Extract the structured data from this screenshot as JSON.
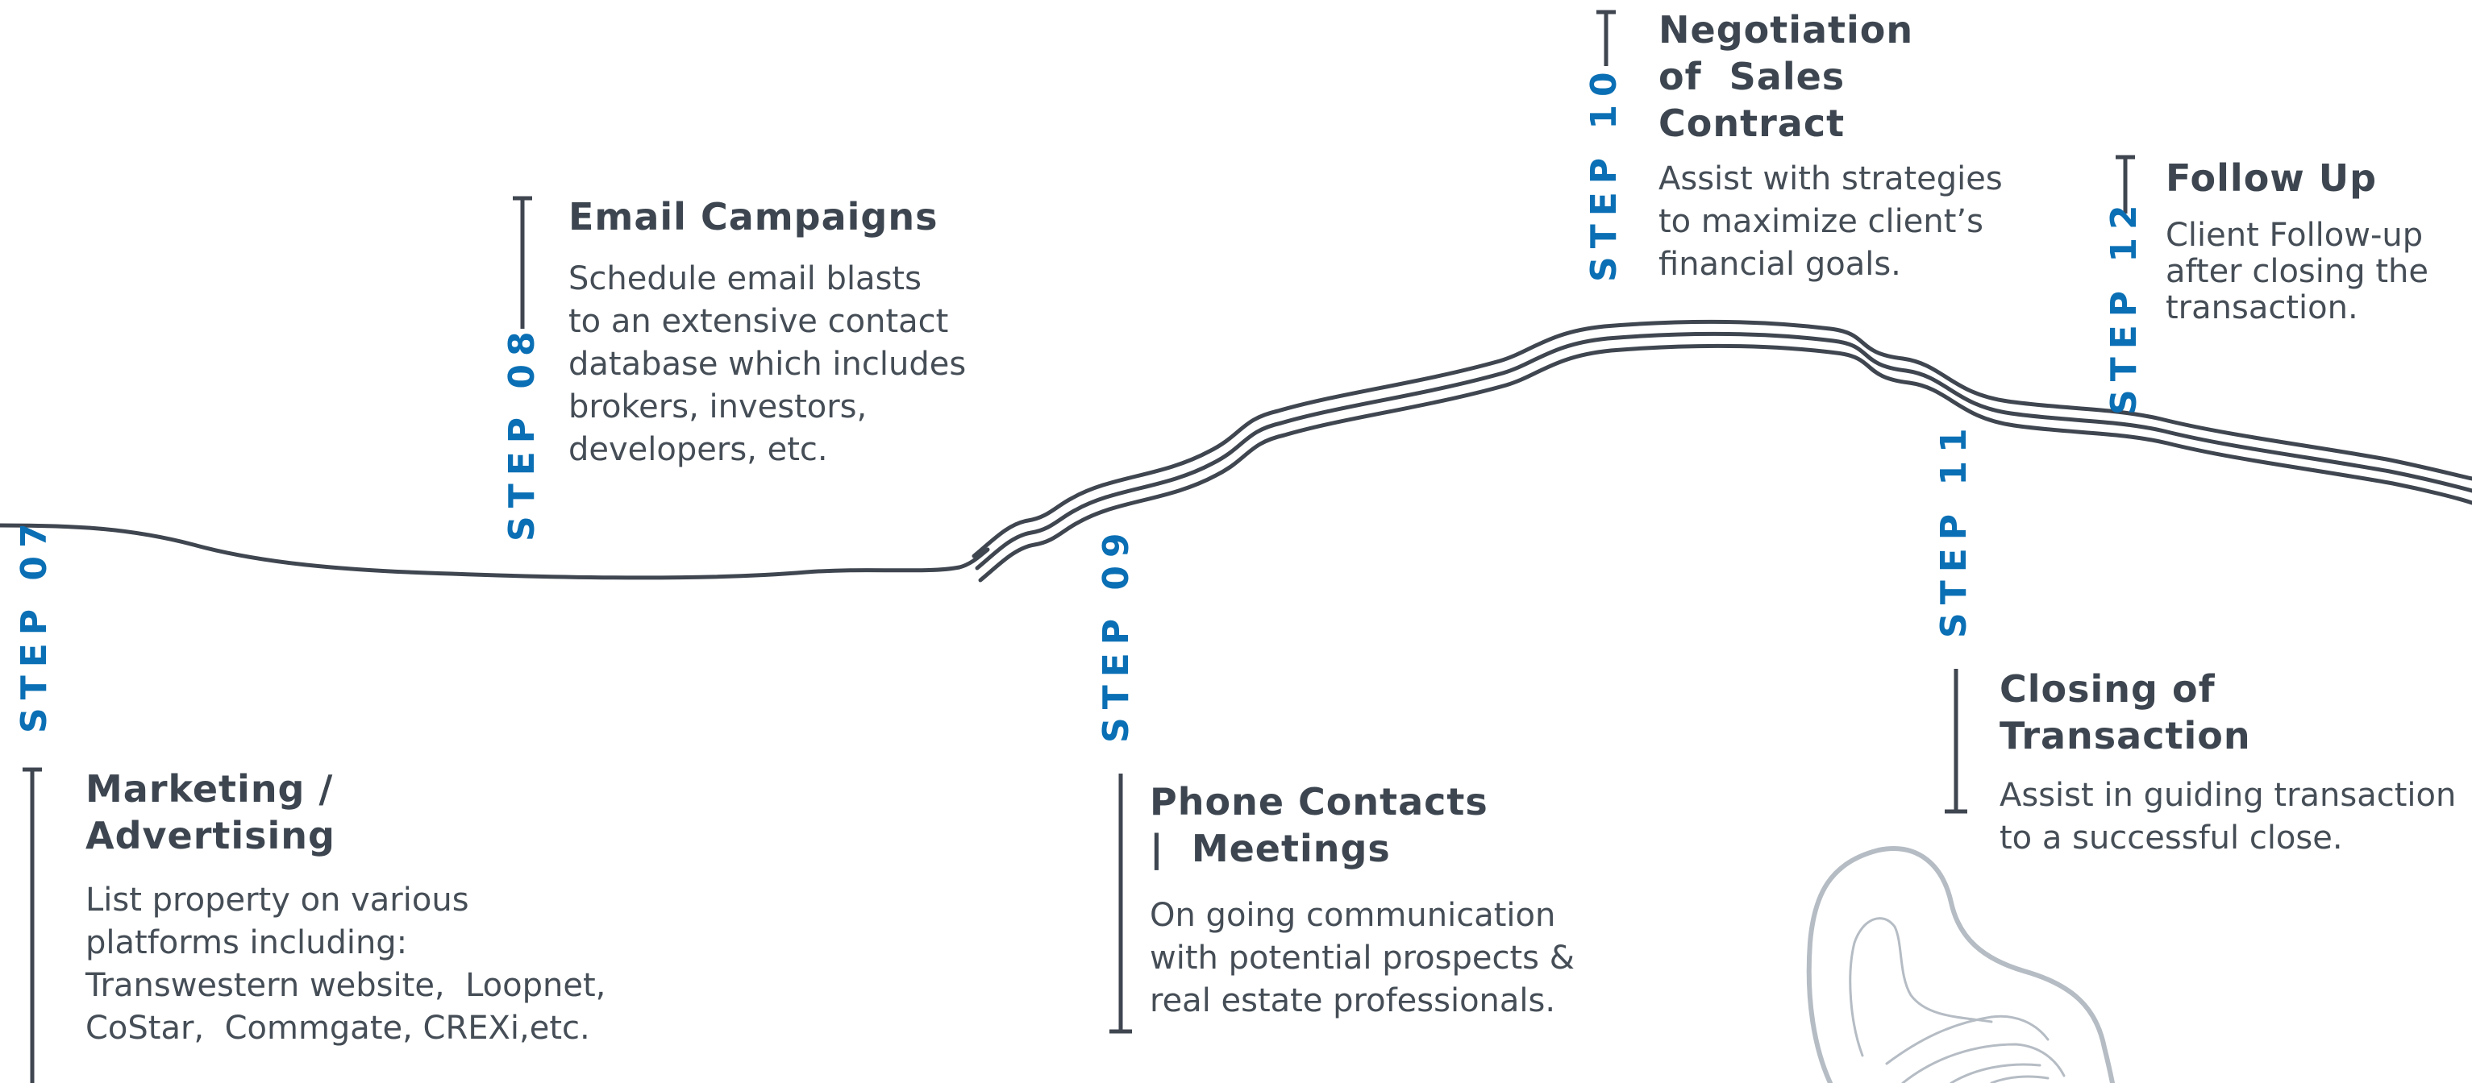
{
  "colors": {
    "step_blue": "#0a6fb4",
    "title_dark": "#3d4650",
    "text_gray": "#454d56",
    "road_line": "#3f4650",
    "terrain_light": "#b5bcc4"
  },
  "steps": [
    {
      "id": "07",
      "label": "STEP  07",
      "title": "Marketing /\nAdvertising",
      "description": "List property on various\nplatforms including:\nTranswestern website,  Loopnet,\nCoStar,  Commgate, CREXi,etc."
    },
    {
      "id": "08",
      "label": "STEP  08",
      "title": "Email Campaigns",
      "description": "Schedule email blasts\nto an extensive contact\ndatabase which includes\nbrokers, investors,\ndevelopers, etc."
    },
    {
      "id": "09",
      "label": "STEP  09",
      "title": "Phone Contacts\n|  Meetings",
      "description": "On going communication\nwith potential prospects &\nreal estate professionals."
    },
    {
      "id": "10",
      "label": "STEP  10",
      "title": "Negotiation\nof  Sales\nContract",
      "description": "Assist with strategies\nto maximize client’s\nfinancial goals."
    },
    {
      "id": "11",
      "label": "STEP  11",
      "title": "Closing of\nTransaction",
      "description": "Assist in guiding transaction\nto a successful close."
    },
    {
      "id": "12",
      "label": "STEP  12",
      "title": "Follow Up",
      "description": "Client Follow-up\nafter closing the\ntransaction."
    }
  ]
}
